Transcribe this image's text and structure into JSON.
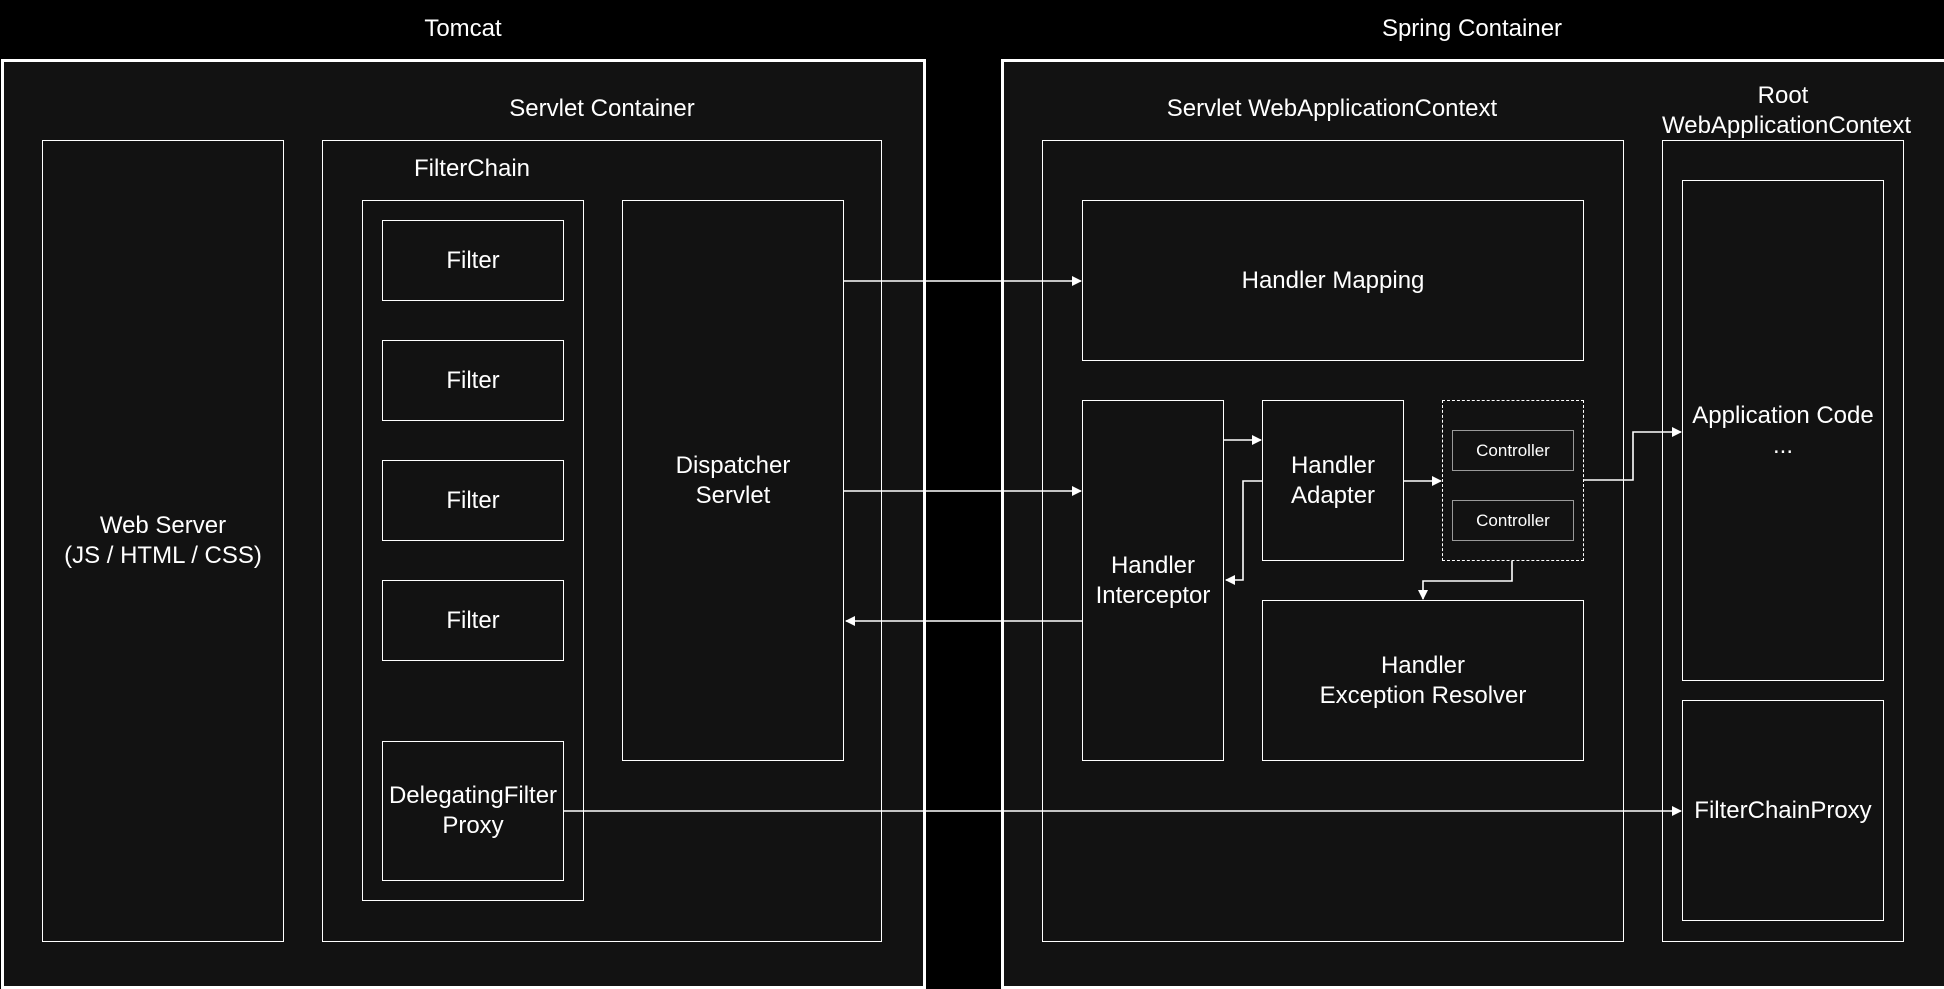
{
  "colors": {
    "background": "#000000",
    "box_fill": "#121212",
    "stroke": "#ffffff",
    "muted_stroke": "#9a9a9a"
  },
  "groups": {
    "tomcat": "Tomcat",
    "spring_container": "Spring Container",
    "servlet_container": "Servlet Container",
    "filter_chain": "FilterChain",
    "servlet_web_app_context": "Servlet WebApplicationContext",
    "root_web_app_context": "Root\nWebApplicationContext"
  },
  "nodes": {
    "web_server": "Web Server\n(JS / HTML / CSS)",
    "filters": [
      "Filter",
      "Filter",
      "Filter",
      "Filter"
    ],
    "delegating_filter_proxy": "DelegatingFilter\nProxy",
    "dispatcher_servlet": "Dispatcher\nServlet",
    "handler_mapping": "Handler Mapping",
    "handler_interceptor": "Handler\nInterceptor",
    "handler_adapter": "Handler\nAdapter",
    "controllers": [
      "Controller",
      "Controller"
    ],
    "handler_exception_resolver": "Handler\nException Resolver",
    "application_code": "Application Code\n...",
    "filter_chain_proxy": "FilterChainProxy"
  }
}
